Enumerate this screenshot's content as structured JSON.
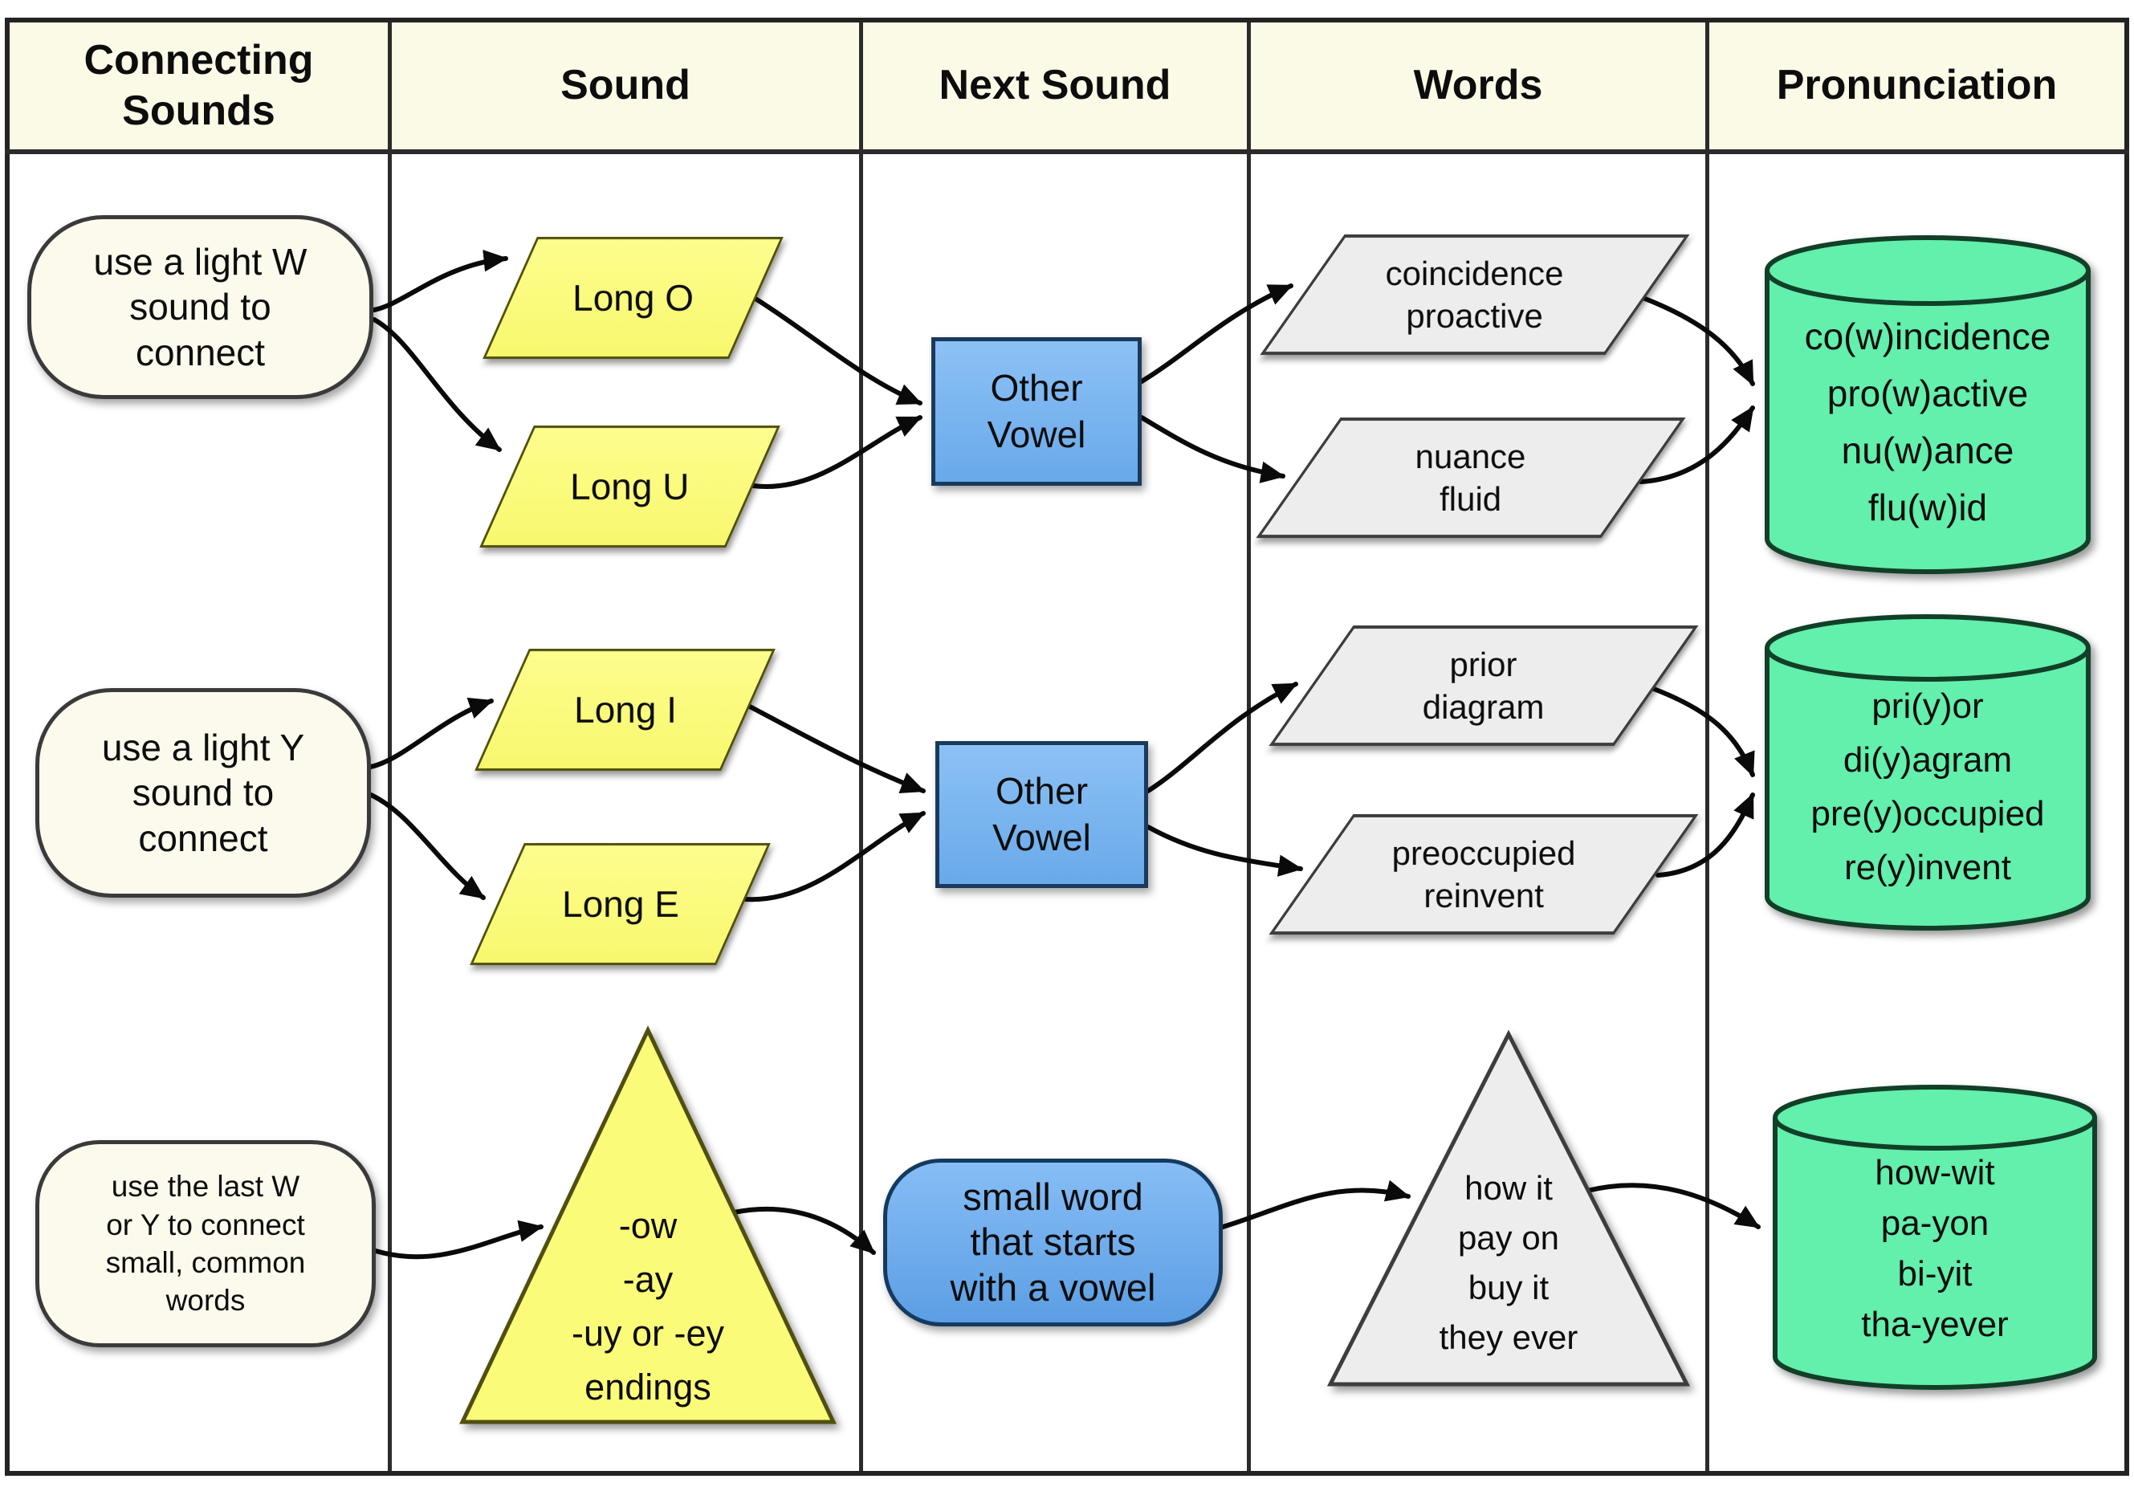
{
  "header": {
    "columns": [
      "Connecting\nSounds",
      "Sound",
      "Next Sound",
      "Words",
      "Pronunciation"
    ]
  },
  "flows": [
    {
      "hint": "use a light W\nsound to\nconnect",
      "sound_top": "Long O",
      "sound_bottom": "Long U",
      "next": "Other\nVowel",
      "words_top": "coincidence\nproactive",
      "words_bottom": "nuance\nfluid",
      "pronunciation": "co(w)incidence\npro(w)active\nnu(w)ance\nflu(w)id"
    },
    {
      "hint": "use a light Y\nsound to\nconnect",
      "sound_top": "Long I",
      "sound_bottom": "Long E",
      "next": "Other\nVowel",
      "words_top": "prior\ndiagram",
      "words_bottom": "preoccupied\nreinvent",
      "pronunciation": "pri(y)or\ndi(y)agram\npre(y)occupied\nre(y)invent"
    },
    {
      "hint": "use the last W\nor Y to connect\nsmall, common\nwords",
      "sound": "-ow\n-ay\n-uy or -ey\nendings",
      "next": "small word\nthat starts\nwith a vowel",
      "words": "how it\npay on\nbuy it\nthey ever",
      "pronunciation": "how-wit\npa-yon\nbi-yit\ntha-yever"
    }
  ],
  "colors": {
    "header_bg": "#FBFAE6",
    "hint_fill": "#FBFAEC",
    "sound_fill": "#FBFB7C",
    "next_fill": "#74B2EF",
    "words_fill": "#EDEDED",
    "pronunciation_fill": "#63EFAC",
    "grid_border": "#2B2B2B",
    "arrow": "#0A0A0A"
  }
}
